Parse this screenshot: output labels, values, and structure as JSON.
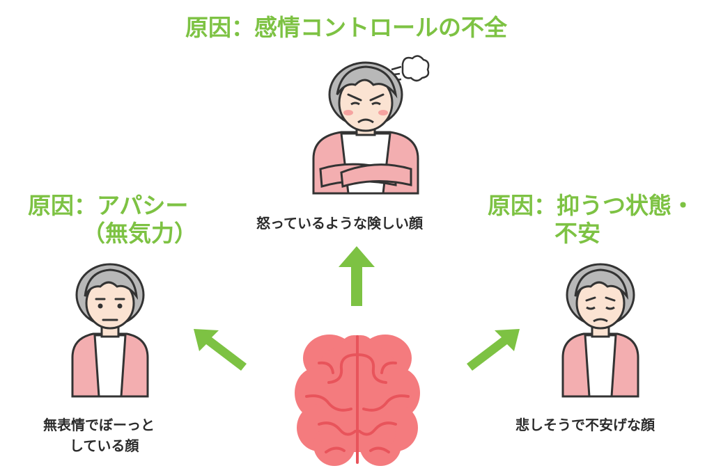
{
  "top": {
    "heading": "原因：感情コントロールの不全",
    "caption": "怒っているような険しい顔"
  },
  "left": {
    "heading_line1": "原因：アパシー",
    "heading_line2": "（無気力）",
    "caption_line1": "無表情でぼーっと",
    "caption_line2": "している顔"
  },
  "right": {
    "heading_line1": "原因：抑うつ状態・",
    "heading_line2": "不安",
    "caption": "悲しそうで不安げな顔"
  },
  "colors": {
    "accent_green": "#7dc243",
    "brain_pink": "#f47b7e",
    "cardigan_pink": "#f3aeb0"
  },
  "icons": {
    "center": "brain-icon",
    "top_figure": "angry-elderly-woman-icon",
    "left_figure": "blank-elderly-woman-icon",
    "right_figure": "sad-elderly-woman-icon",
    "steam": "steam-puff-icon"
  }
}
